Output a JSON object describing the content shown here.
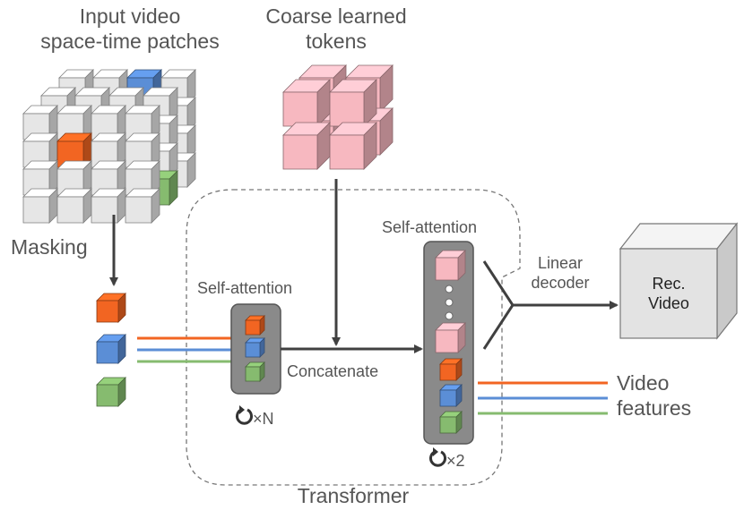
{
  "labels": {
    "input_title_line1": "Input video",
    "input_title_line2": "space-time patches",
    "tokens_title_line1": "Coarse learned",
    "tokens_title_line2": "tokens",
    "masking": "Masking",
    "self_attention_encoder": "Self-attention",
    "self_attention_decoder": "Self-attention",
    "repeat_encoder": "×N",
    "repeat_decoder": "×2",
    "concatenate": "Concatenate",
    "linear_decoder_line1": "Linear",
    "linear_decoder_line2": "decoder",
    "rec_video_line1": "Rec.",
    "rec_video_line2": "Video",
    "video_features_line1": "Video",
    "video_features_line2": "features",
    "transformer": "Transformer"
  },
  "colors": {
    "orange": "#f26522",
    "blue": "#5b8ed6",
    "green": "#86bb6f",
    "pink": "#f7b8c0",
    "grey_cube": "#e6e6e6",
    "block": "#8a8a8a",
    "arrow": "#404040"
  }
}
